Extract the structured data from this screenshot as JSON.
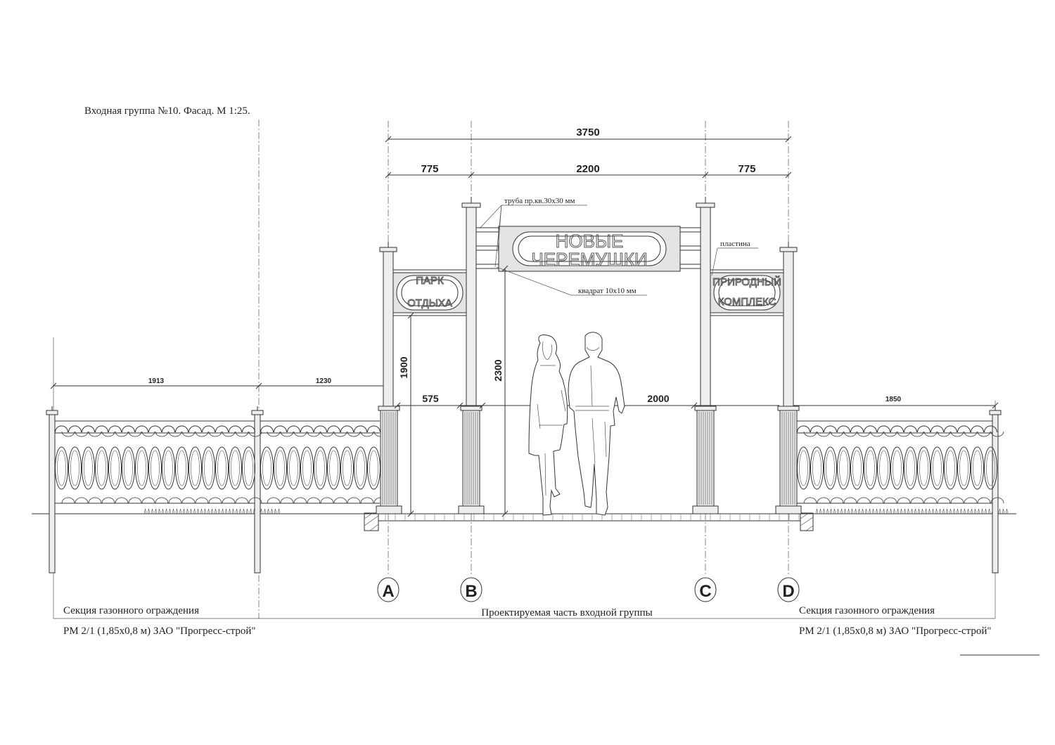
{
  "drawing": {
    "title": "Входная группа №10. Фасад. М 1:25.",
    "signs": {
      "center_top": "НОВЫЕ",
      "center_bottom": "ЧЕРЕМУШКИ",
      "left_top": "ПАРК",
      "left_bottom": "ОТДЫХА",
      "right_top": "ПРИРОДНЫЙ",
      "right_bottom": "КОМПЛЕКС"
    },
    "callouts": {
      "pipe": "труба пр.кв.30х30 мм",
      "square": "квадрат 10х10 мм",
      "plate": "пластина"
    },
    "dimensions": {
      "total": "3750",
      "left_bay": "775",
      "center_bay": "2200",
      "right_bay": "775",
      "inner_left": "575",
      "inner_center": "2000",
      "height_side": "1900",
      "height_center": "2300",
      "fence_left_1": "1913",
      "fence_left_2": "1230",
      "fence_right": "1850"
    },
    "axes": [
      "A",
      "B",
      "C",
      "D"
    ],
    "labels": {
      "left_section_line1": "Секция газонного ограждения",
      "left_section_line2": "РМ 2/1 (1,85х0,8 м)  ЗАО \"Прогресс-строй\"",
      "center_section": "Проектируемая часть входной группы",
      "right_section_line1": "Секция газонного ограждения",
      "right_section_line2": "РМ 2/1 (1,85х0,8 м)  ЗАО \"Прогресс-строй\""
    }
  }
}
